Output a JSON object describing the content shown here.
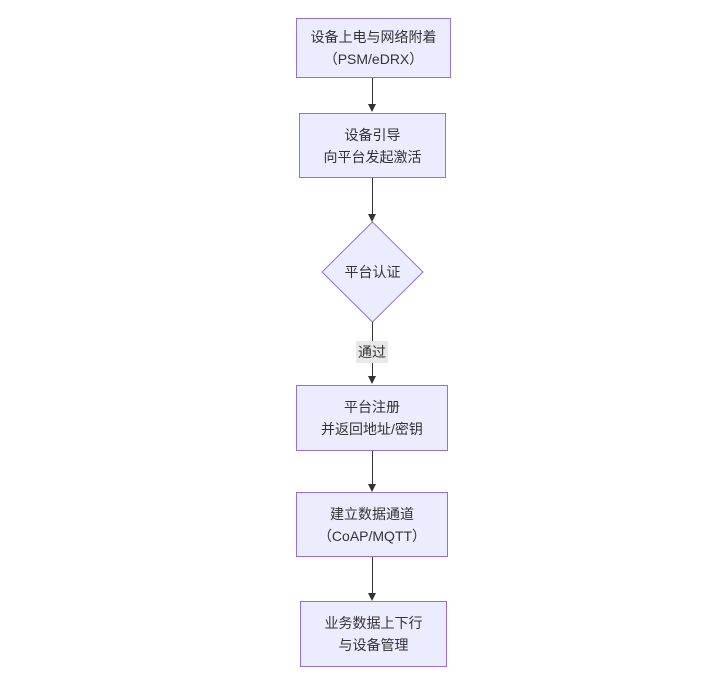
{
  "diagram": {
    "type": "flowchart",
    "direction": "top-down",
    "colors": {
      "background": "#ffffff",
      "node_fill": "#ECECFF",
      "node_border": "#9370DB",
      "text": "#333333",
      "arrow": "#333333",
      "edge_label_bg": "#e8e8e8"
    },
    "nodes": [
      {
        "id": "power",
        "shape": "rect",
        "lines": [
          "设备上电与网络附着",
          "（PSM/eDRX）"
        ]
      },
      {
        "id": "boot",
        "shape": "rect",
        "lines": [
          "设备引导",
          "向平台发起激活"
        ]
      },
      {
        "id": "auth",
        "shape": "diamond",
        "lines": [
          "平台认证"
        ]
      },
      {
        "id": "reg",
        "shape": "rect",
        "lines": [
          "平台注册",
          "并返回地址/密钥"
        ]
      },
      {
        "id": "channel",
        "shape": "rect",
        "lines": [
          "建立数据通道",
          "（CoAP/MQTT）"
        ]
      },
      {
        "id": "biz",
        "shape": "rect",
        "lines": [
          "业务数据上下行",
          "与设备管理"
        ]
      }
    ],
    "edges": [
      {
        "from": "power",
        "to": "boot",
        "label": ""
      },
      {
        "from": "boot",
        "to": "auth",
        "label": ""
      },
      {
        "from": "auth",
        "to": "reg",
        "label": "通过"
      },
      {
        "from": "reg",
        "to": "channel",
        "label": ""
      },
      {
        "from": "channel",
        "to": "biz",
        "label": ""
      }
    ]
  }
}
